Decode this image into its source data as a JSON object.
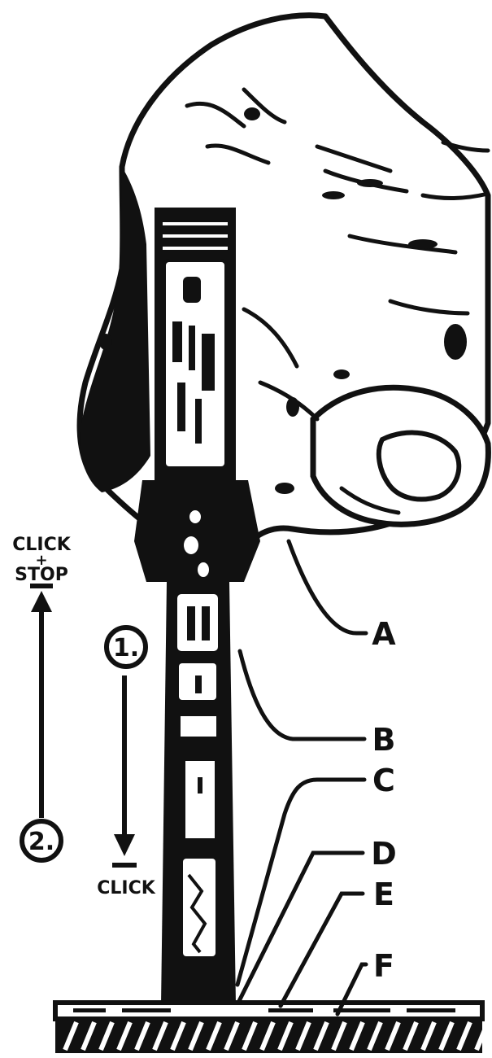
{
  "labels": {
    "click_stop_line1": "CLICK",
    "click_stop_plus": "+",
    "click_stop_line2": "STOP",
    "step1": "1.",
    "step2": "2.",
    "click": "CLICK",
    "callouts": [
      "A",
      "B",
      "C",
      "D",
      "E",
      "F"
    ]
  },
  "colors": {
    "ink": "#111111",
    "paper": "#ffffff"
  }
}
